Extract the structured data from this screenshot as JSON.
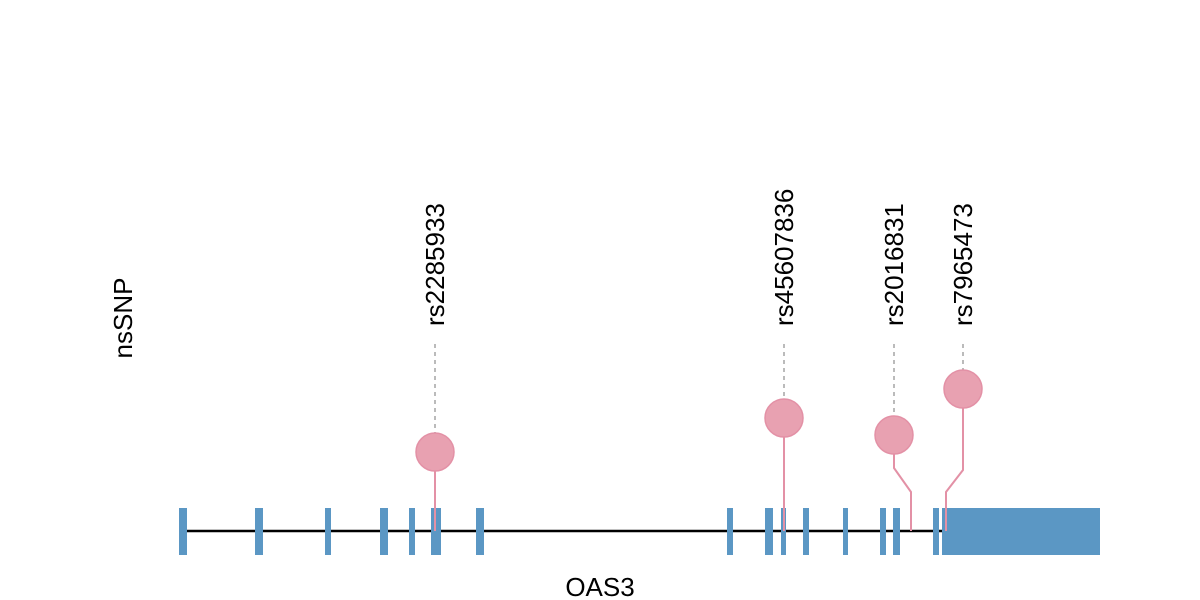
{
  "chart_data": {
    "type": "lollipop",
    "track_label": "nsSNP",
    "gene_label": "OAS3",
    "colors": {
      "exon": "#5b97c4",
      "snp": "#e8a1b1",
      "snp_stroke": "#e391a6",
      "backbone": "#000000",
      "guide": "#bbbbbb"
    },
    "snps": [
      {
        "name": "rs2285933"
      },
      {
        "name": "rs45607836"
      },
      {
        "name": "rs2016831"
      },
      {
        "name": "rs7965473"
      }
    ]
  }
}
